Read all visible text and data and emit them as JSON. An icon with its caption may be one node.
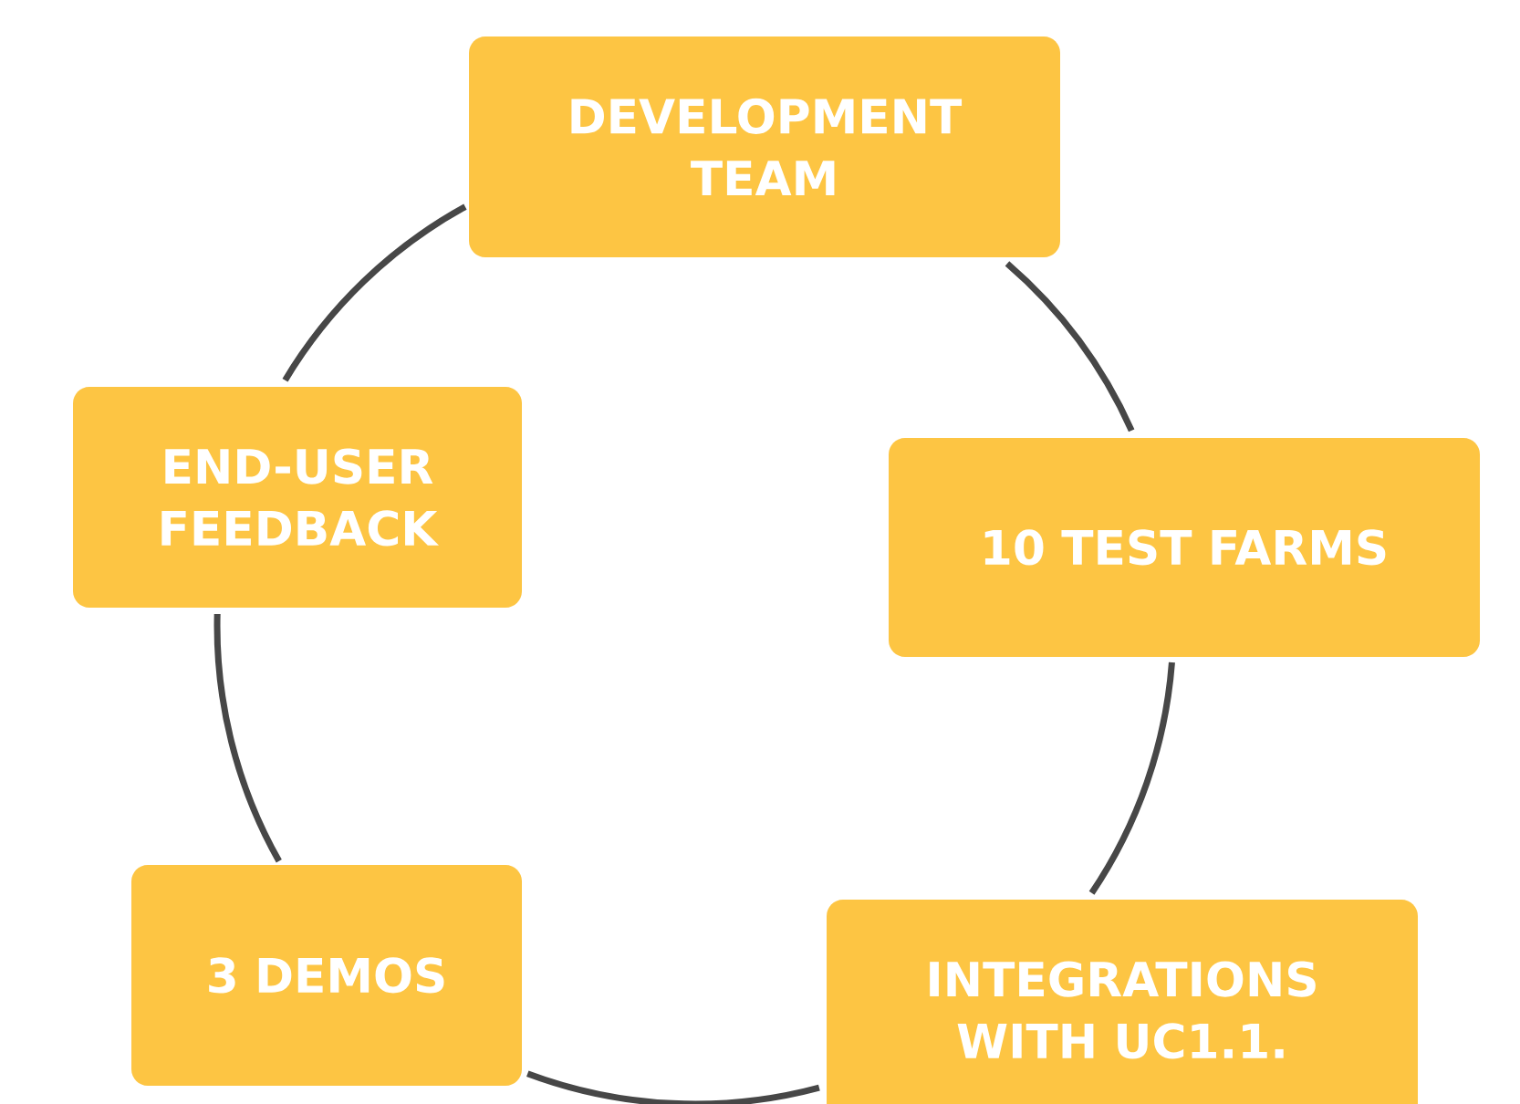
{
  "diagram": {
    "nodes": [
      {
        "text": [
          "DEVELOPMENT TEAM"
        ]
      },
      {
        "text": [
          "10 TEST FARMS"
        ]
      },
      {
        "text": [
          "INTEGRATIONS WITH UC1.1."
        ]
      },
      {
        "text": [
          "3 DEMOS"
        ]
      },
      {
        "text": [
          "END-USER FEEDBACK"
        ]
      }
    ],
    "edges": [
      {
        "from": 0,
        "to": 1,
        "arrow": "none"
      },
      {
        "from": 1,
        "to": 2,
        "arrow": "none"
      },
      {
        "from": 2,
        "to": 3,
        "arrow": "none"
      },
      {
        "from": 3,
        "to": 4,
        "arrow": "none"
      },
      {
        "from": 4,
        "to": 0,
        "arrow": "none"
      }
    ]
  }
}
